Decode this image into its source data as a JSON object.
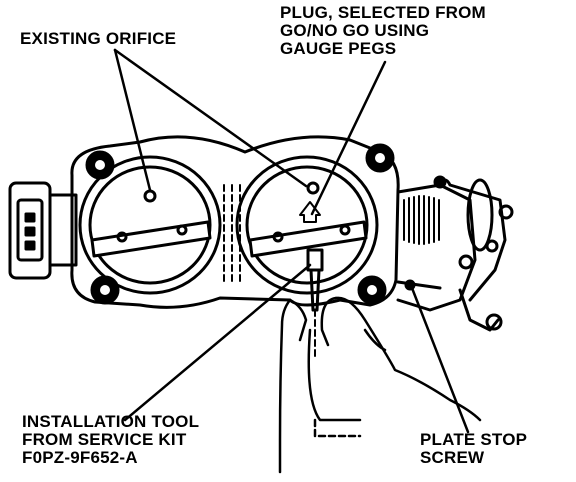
{
  "labels": {
    "existing_orifice": [
      "EXISTING ORIFICE"
    ],
    "plug": [
      "PLUG, SELECTED FROM",
      "GO/NO GO USING",
      "GAUGE PEGS"
    ],
    "installation_tool": [
      "INSTALLATION TOOL",
      "FROM SERVICE KIT",
      "F0PZ-9F652-A"
    ],
    "plate_stop_screw": [
      "PLATE STOP",
      "SCREW"
    ]
  },
  "colors": {
    "ink": "#000000",
    "paper": "#ffffff"
  }
}
